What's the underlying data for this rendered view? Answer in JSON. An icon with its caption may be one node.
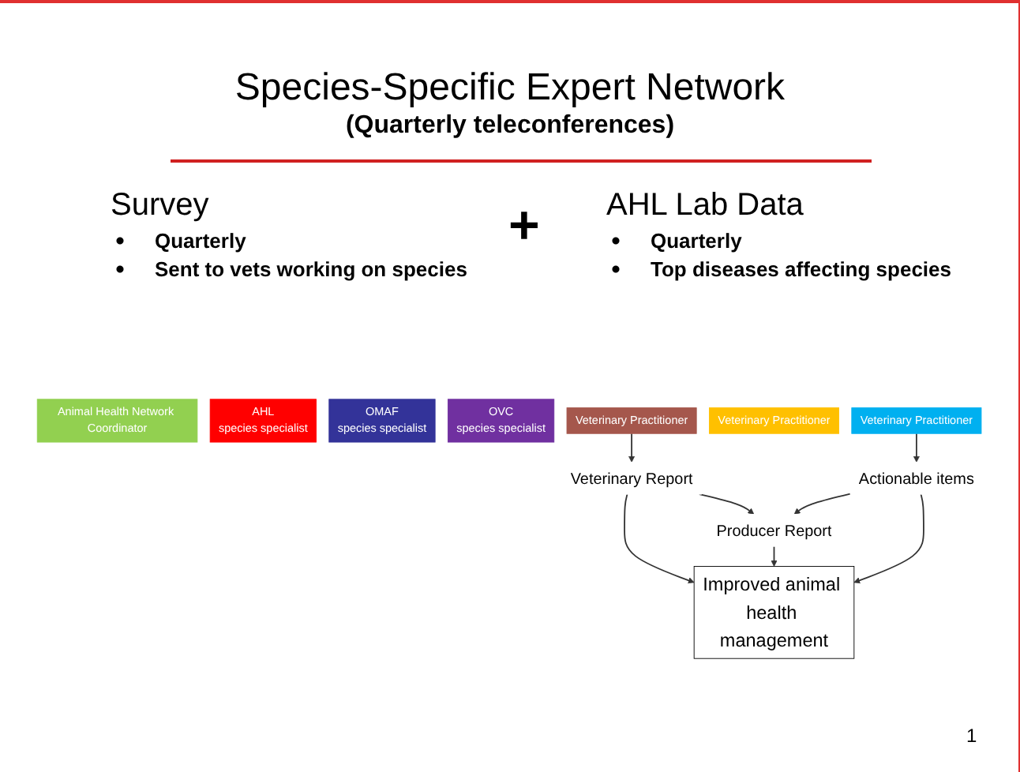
{
  "diagram": {
    "title": "Species-Specific Expert Network",
    "nodes": [
      {
        "text": [
          "Animal Health Network Coordinator"
        ]
      },
      {
        "text": [
          "AHL",
          "species specialist"
        ]
      },
      {
        "text": [
          "OMAF",
          "species specialist"
        ]
      },
      {
        "text": [
          "OVC",
          "species specialist"
        ]
      },
      {
        "text": [
          "Veterinary Practitioner"
        ]
      },
      {
        "text": [
          "Veterinary Practitioner"
        ]
      },
      {
        "text": [
          "Veterinary Practitioner"
        ]
      },
      {
        "text": [
          "Veterinary Report"
        ]
      },
      {
        "text": [
          "Actionable items"
        ]
      },
      {
        "text": [
          "Producer Report"
        ]
      },
      {
        "text": [
          "Improved animal health management"
        ]
      }
    ],
    "edges": [
      {
        "from": 4,
        "to": 7,
        "arrow": "to"
      },
      {
        "from": 6,
        "to": 8,
        "arrow": "to"
      },
      {
        "from": 7,
        "to": 9,
        "arrow": "to"
      },
      {
        "from": 8,
        "to": 9,
        "arrow": "to"
      },
      {
        "from": 7,
        "to": 10,
        "arrow": "to"
      },
      {
        "from": 9,
        "to": 10,
        "arrow": "to"
      },
      {
        "from": 8,
        "to": 10,
        "arrow": "to"
      }
    ],
    "labels": [
      "(Quarterly teleconferences)",
      "Survey",
      "Quarterly",
      "Sent to vets working on species",
      "+",
      "AHL Lab Data",
      "Quarterly",
      "Top diseases affecting species",
      "1"
    ]
  }
}
